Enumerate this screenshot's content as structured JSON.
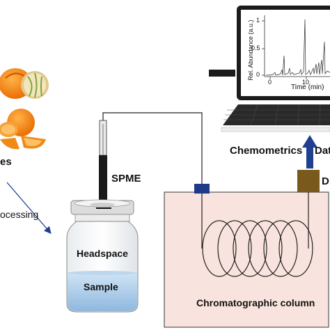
{
  "labels": {
    "fruit_label": "es",
    "processing_label": "ocessing",
    "spme": "SPME",
    "headspace": "Headspace",
    "sample": "Sample",
    "chromatographic_column": "Chromatographic column",
    "chemometrics": "Chemometrics",
    "data_partial": "Dat",
    "detector_partial": "D"
  },
  "chart": {
    "ylabel": "Rel. Abundance (a.u.)",
    "xlabel": "Time (min)",
    "yticks": [
      "1",
      "0.5",
      "0"
    ],
    "xticks": [
      "0",
      "10"
    ]
  },
  "colors": {
    "oven_fill": "#f9e3de",
    "oven_stroke": "#555555",
    "injector": "#1f3a8a",
    "detector": "#7a5a1c",
    "arrow": "#1f3f8f",
    "sample_liquid": "#a9cbe8",
    "orange": "#f07d14"
  }
}
